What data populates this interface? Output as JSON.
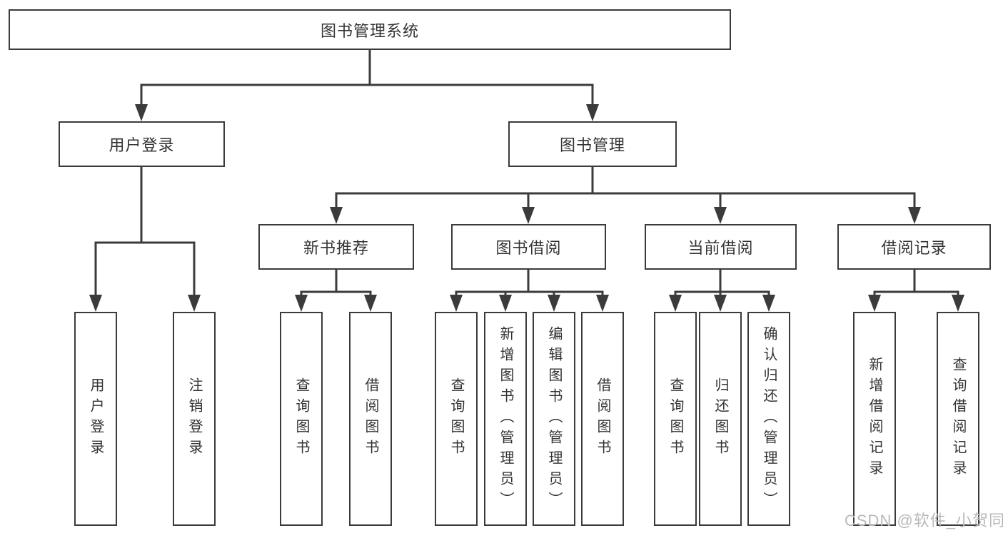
{
  "tree": {
    "root": "图书管理系统",
    "children": [
      {
        "label": "用户登录",
        "children": [
          "用户登录",
          "注销登录"
        ]
      },
      {
        "label": "图书管理",
        "children": [
          {
            "label": "新书推荐",
            "children": [
              "查询图书",
              "借阅图书"
            ]
          },
          {
            "label": "图书借阅",
            "children": [
              "查询图书",
              "新增图书（管理员）",
              "编辑图书（管理员）",
              "借阅图书"
            ]
          },
          {
            "label": "当前借阅",
            "children": [
              "查询图书",
              "归还图书",
              "确认归还（管理员）"
            ]
          },
          {
            "label": "借阅记录",
            "children": [
              "新增借阅记录",
              "查询借阅记录"
            ]
          }
        ]
      }
    ]
  },
  "watermark": "CSDN @软件_小贺同学",
  "colors": {
    "line": "#3b3b3b",
    "box_border": "#3b3b3b",
    "text": "#333333",
    "watermark": "#b9b9b9",
    "background": "#ffffff"
  }
}
